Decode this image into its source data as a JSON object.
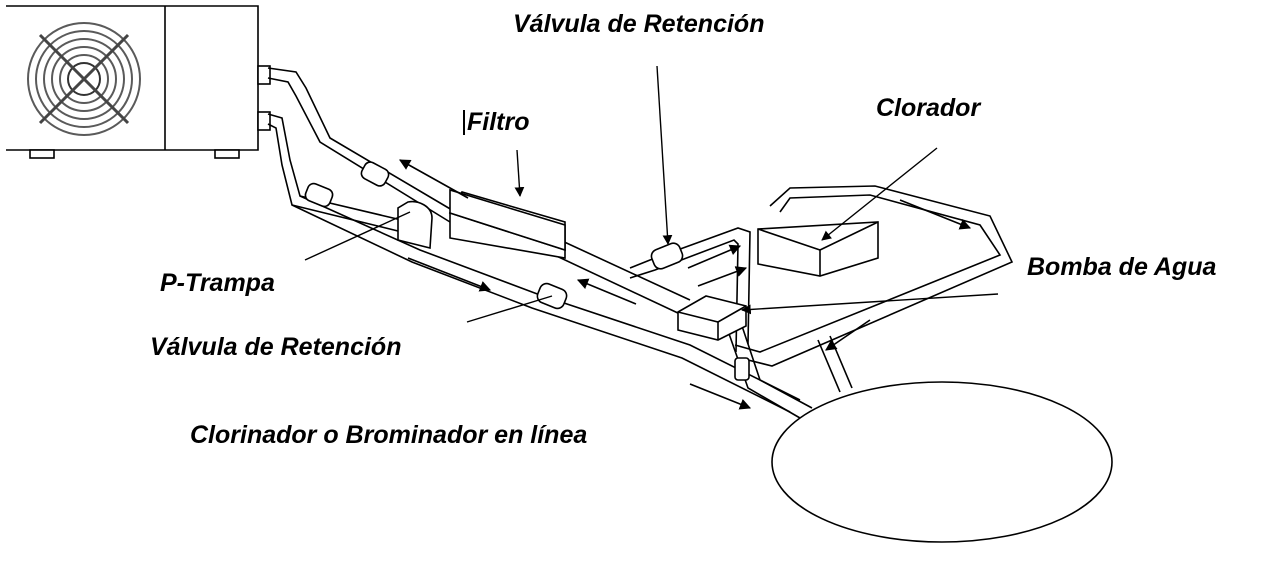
{
  "labels": {
    "check_valve_top": "Válvula de Retención",
    "filter": "Filtro",
    "chlorinator": "Clorador",
    "water_pump": "Bomba de Agua",
    "p_trap": "P-Trampa",
    "check_valve_bottom": "Válvula de Retención",
    "inline_chlorinator": "Clorinador o Brominador en línea"
  },
  "colors": {
    "line": "#000000",
    "fill": "#ffffff",
    "fan": "#5a5a5a"
  }
}
